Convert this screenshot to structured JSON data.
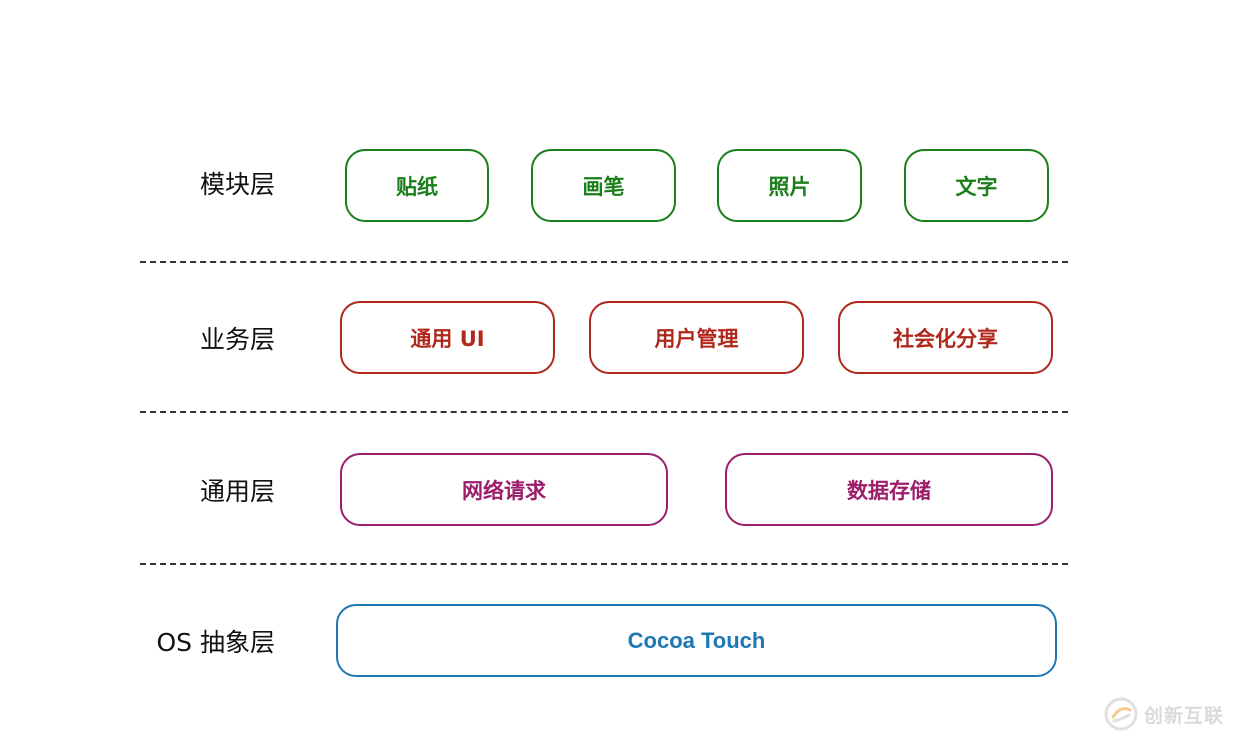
{
  "colors": {
    "module": "#1a7f1a",
    "business": "#b0281c",
    "common": "#9c1d6a",
    "os": "#1e78b4",
    "divider": "#333333"
  },
  "layers": {
    "module": {
      "label": "模块层",
      "items": [
        "贴纸",
        "画笔",
        "照片",
        "文字"
      ]
    },
    "business": {
      "label": "业务层",
      "items": [
        "通用 UI",
        "用户管理",
        "社会化分享"
      ]
    },
    "common": {
      "label": "通用层",
      "items": [
        "网络请求",
        "数据存储"
      ]
    },
    "os": {
      "label": "OS 抽象层",
      "items": [
        "Cocoa Touch"
      ]
    }
  },
  "watermark": {
    "text": "创新互联",
    "icon": "swirl-logo-icon"
  }
}
